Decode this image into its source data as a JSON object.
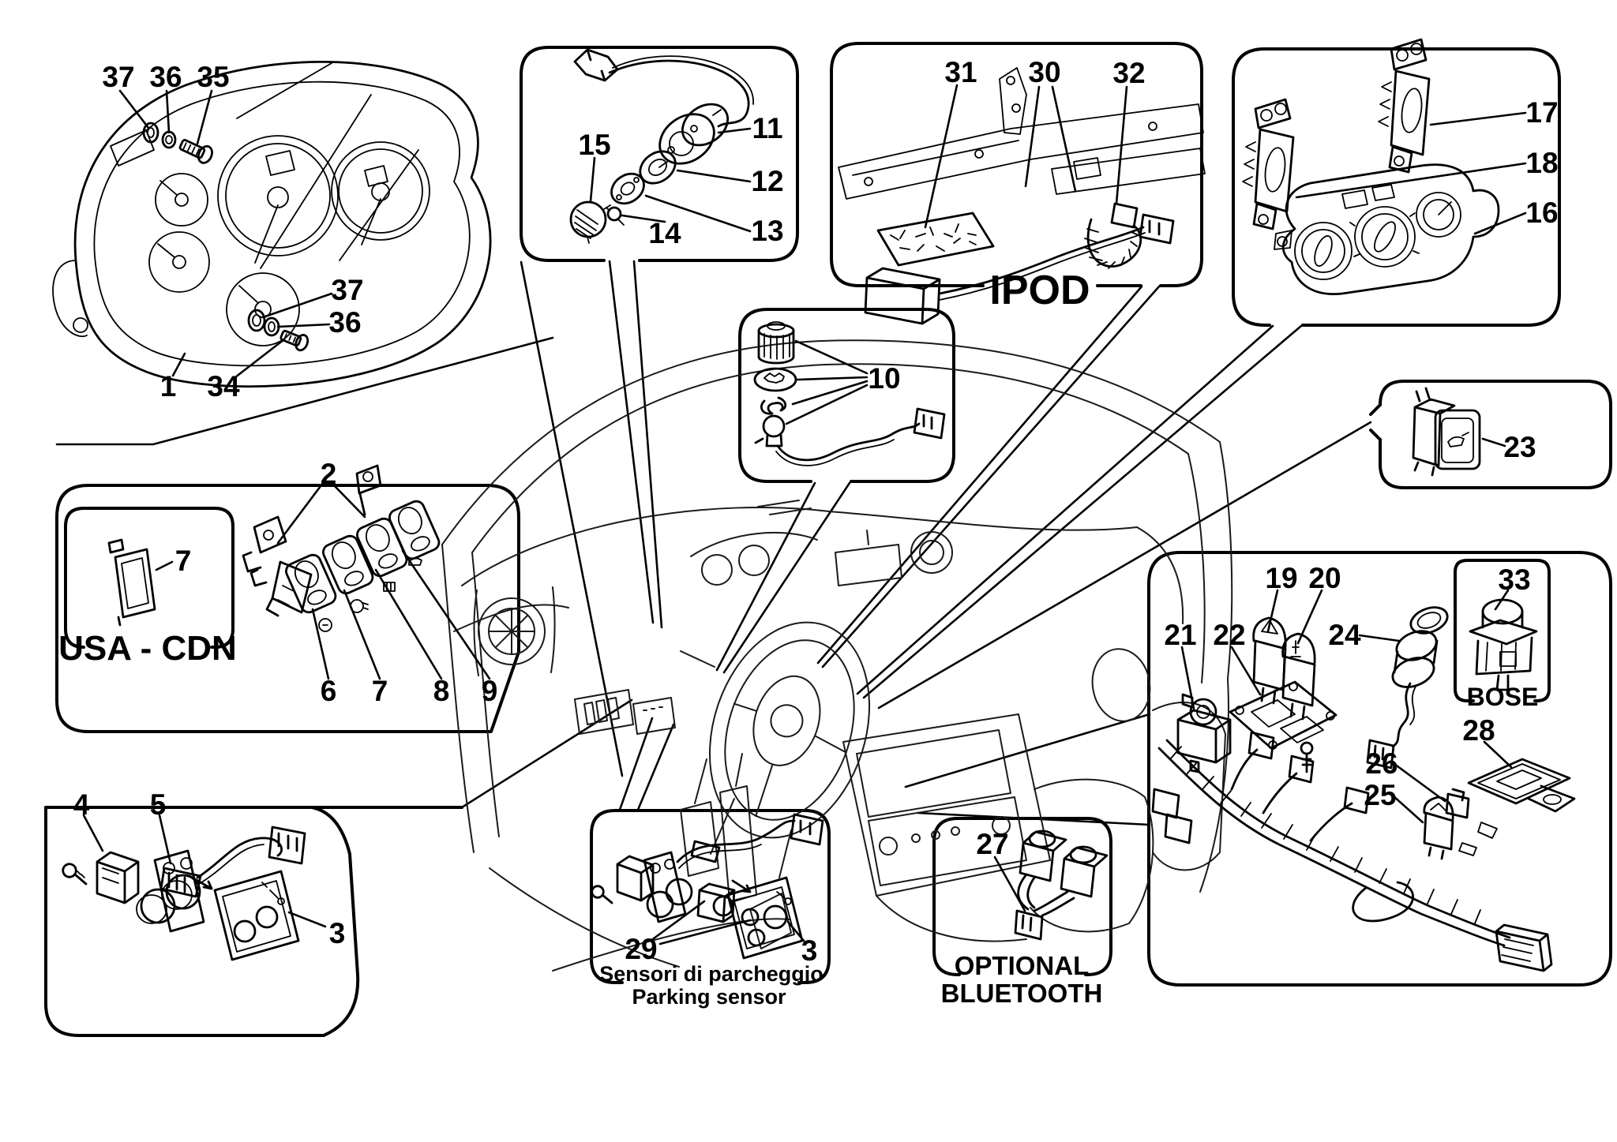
{
  "diagram": {
    "texts": {
      "ipod": "IPOD",
      "usa_cdn": "USA - CDN",
      "bose": "BOSE",
      "optional": "OPTIONAL",
      "bluetooth": "BLUETOOTH",
      "parking_it": "Sensori di parcheggio",
      "parking_en": "Parking sensor"
    },
    "callouts": {
      "n1": "1",
      "n2": "2",
      "n3a": "3",
      "n3b": "3",
      "n4": "4",
      "n5": "5",
      "n6": "6",
      "n7a": "7",
      "n7b": "7",
      "n8": "8",
      "n9": "9",
      "n10": "10",
      "n11": "11",
      "n12": "12",
      "n13": "13",
      "n14": "14",
      "n15": "15",
      "n16": "16",
      "n17": "17",
      "n18": "18",
      "n19": "19",
      "n20": "20",
      "n21": "21",
      "n22": "22",
      "n23": "23",
      "n24": "24",
      "n25": "25",
      "n26": "26",
      "n27": "27",
      "n28": "28",
      "n29": "29",
      "n30": "30",
      "n31": "31",
      "n32": "32",
      "n33": "33",
      "n34": "34",
      "n35": "35",
      "n36a": "36",
      "n36b": "36",
      "n37a": "37",
      "n37b": "37"
    },
    "colors": {
      "ink": "#000000",
      "background": "#ffffff"
    }
  }
}
